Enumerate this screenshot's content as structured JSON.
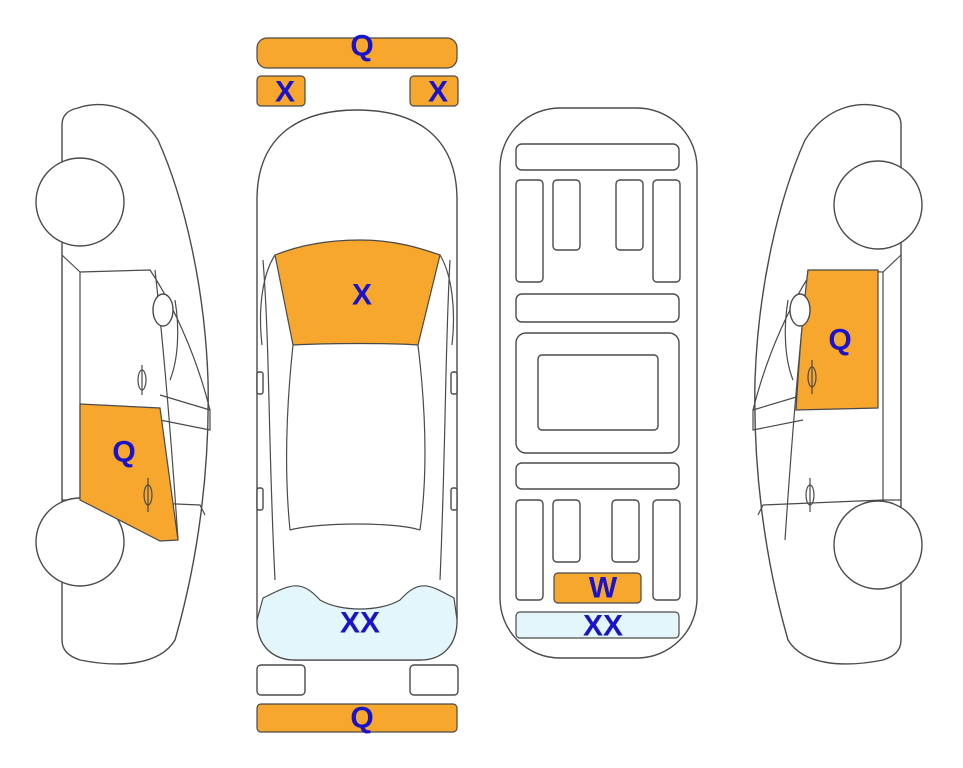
{
  "colors": {
    "damage_fill": "#F7A62E",
    "glass_fill": "#E2F6FB",
    "label_color": "#1A14C8",
    "outline": "#4A4A4A"
  },
  "labels": {
    "front_bumper": "Q",
    "front_left_light": "X",
    "front_right_light": "X",
    "hood": "X",
    "rear_window": "XX",
    "rear_bumper": "Q",
    "left_rear_door": "Q",
    "right_front_door": "Q",
    "underbody_rear": "W",
    "underbody_rear_bar": "XX"
  }
}
